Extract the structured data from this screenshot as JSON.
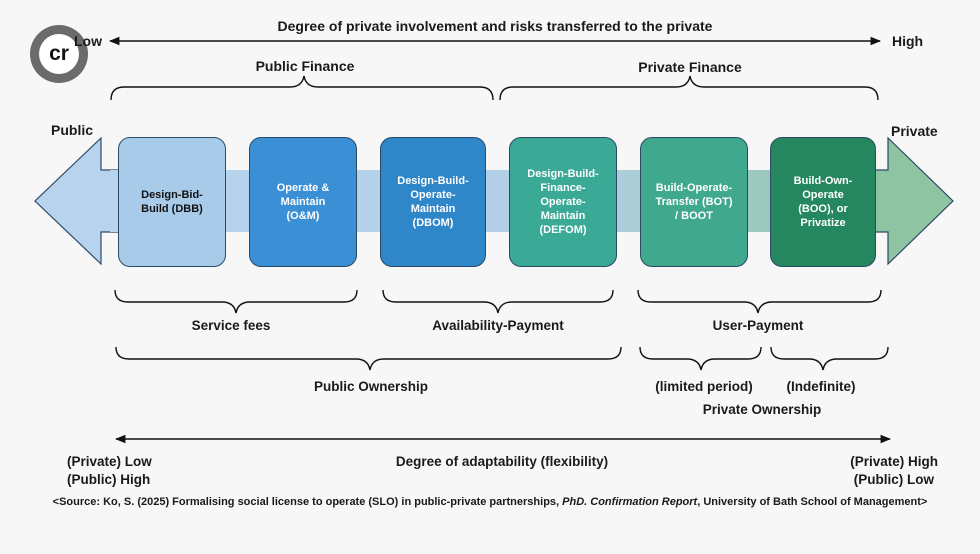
{
  "header": {
    "title": "Degree of private involvement and risks transferred to the private",
    "low": "Low",
    "high": "High"
  },
  "finance": {
    "public": "Public Finance",
    "private": "Private Finance"
  },
  "ends": {
    "public": "Public",
    "private": "Private"
  },
  "models": [
    {
      "label": "Design-Bid-\nBuild (DBB)",
      "color": "#a9cbea",
      "text_color": "#111111"
    },
    {
      "label": "Operate &\nMaintain\n(O&M)",
      "color": "#3b8fd4",
      "text_color": "#ffffff"
    },
    {
      "label": "Design-Build-\nOperate-\nMaintain\n(DBOM)",
      "color": "#2f86c9",
      "text_color": "#ffffff"
    },
    {
      "label": "Design-Build-\nFinance-\nOperate-\nMaintain\n(DEFOM)",
      "color": "#3aaa96",
      "text_color": "#ffffff"
    },
    {
      "label": "Build-Operate-\nTransfer (BOT)\n/ BOOT",
      "color": "#3fa88d",
      "text_color": "#ffffff"
    },
    {
      "label": "Build-Own-\nOperate\n(BOO), or\nPrivatize",
      "color": "#25875f",
      "text_color": "#ffffff"
    }
  ],
  "payments": {
    "service_fees": "Service fees",
    "availability": "Availability-Payment",
    "user": "User-Payment"
  },
  "ownership": {
    "public": "Public Ownership",
    "limited": "(limited period)",
    "indefinite": "(Indefinite)",
    "private": "Private Ownership"
  },
  "adaptability": {
    "title": "Degree of adaptability (flexibility)",
    "left_line1": "(Private) Low",
    "left_line2": "(Public) High",
    "right_line1": "(Private) High",
    "right_line2": "(Public) Low"
  },
  "source": {
    "prefix": "<Source: Ko, S. (2025) Formalising social license to operate (SLO) in public-private partnerships, ",
    "italic": "PhD. Confirmation Report",
    "suffix": ", University of Bath School of Management>"
  },
  "logo": {
    "text": "cr"
  }
}
